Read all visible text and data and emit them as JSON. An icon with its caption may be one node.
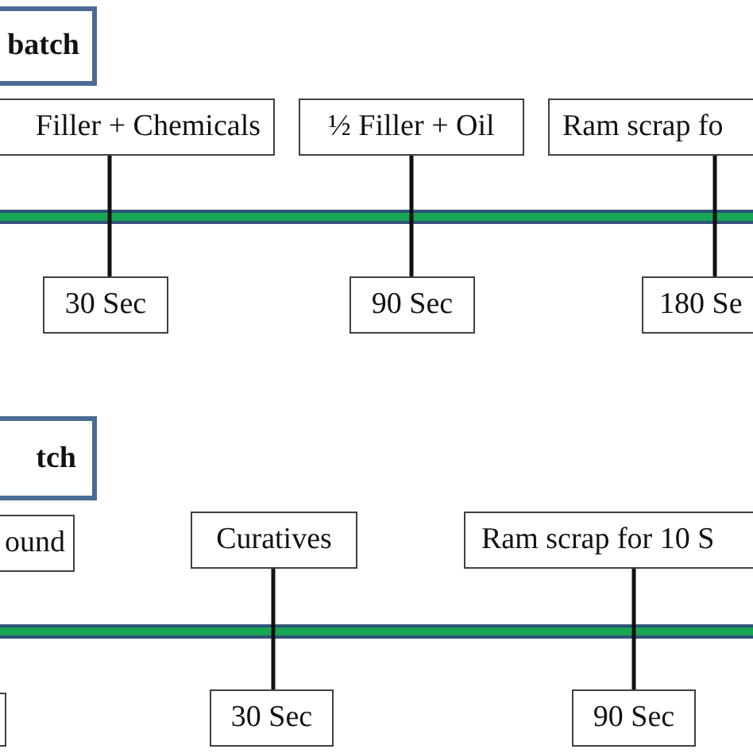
{
  "diagram": {
    "nodes": [
      {
        "text": [
          "batch"
        ]
      },
      {
        "text": [
          "Filler + Chemicals"
        ]
      },
      {
        "text": [
          "½ Filler + Oil"
        ]
      },
      {
        "text": [
          "Ram scrap fo"
        ]
      },
      {
        "text": [
          "30 Sec"
        ]
      },
      {
        "text": [
          "90 Sec"
        ]
      },
      {
        "text": [
          "180 Se"
        ]
      },
      {
        "text": [
          "tch"
        ]
      },
      {
        "text": [
          "ound"
        ]
      },
      {
        "text": [
          "Curatives"
        ]
      },
      {
        "text": [
          "Ram scrap for 10 S"
        ]
      },
      {
        "text": [],
        "shape": "box"
      },
      {
        "text": [
          "30 Sec"
        ]
      },
      {
        "text": [
          "90 Sec"
        ]
      }
    ],
    "edges": [
      {
        "from": 1,
        "to": 4,
        "arrow": "none"
      },
      {
        "from": 2,
        "to": 5,
        "arrow": "none"
      },
      {
        "from": 3,
        "to": 6,
        "arrow": "none"
      },
      {
        "from": 9,
        "to": 12,
        "arrow": "none"
      },
      {
        "from": 10,
        "to": 13,
        "arrow": "none"
      }
    ]
  }
}
